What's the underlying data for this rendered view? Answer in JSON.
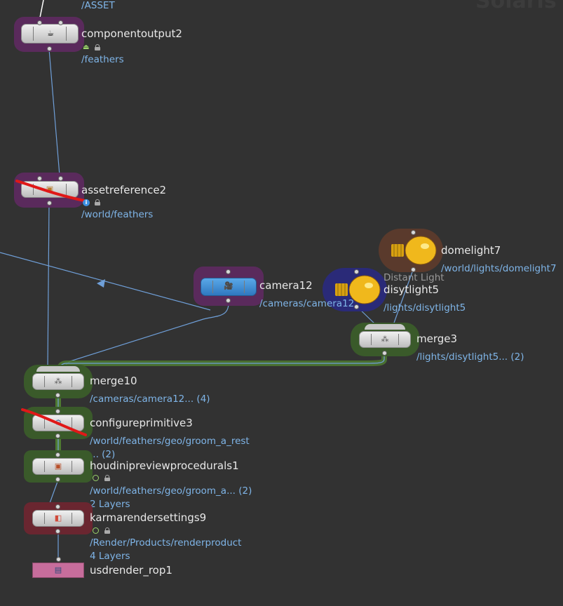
{
  "top_path": "/ASSET",
  "corner_text": "Solaris",
  "nodes": {
    "componentoutput2": {
      "name": "componentoutput2",
      "path": "/feathers"
    },
    "assetreference2": {
      "name": "assetreference2",
      "path": "/world/feathers"
    },
    "domelight7": {
      "name": "domelight7",
      "path": "/world/lights/domelight7"
    },
    "disytlight5": {
      "name": "disytlight5",
      "path": "/lights/disytlight5",
      "type_hint": "Distant Light"
    },
    "camera12": {
      "name": "camera12",
      "path": "/cameras/camera12"
    },
    "merge3": {
      "name": "merge3",
      "path": "/lights/disytlight5... (2)"
    },
    "merge10": {
      "name": "merge10",
      "path": "/cameras/camera12... (4)"
    },
    "configureprimitive3": {
      "name": "configureprimitive3",
      "path": "/world/feathers/geo/groom_a_rest",
      "path2": "... (2)"
    },
    "houdinipreviewprocedurals1": {
      "name": "houdinipreviewprocedurals1",
      "path": "/world/feathers/geo/groom_a... (2)",
      "layers": "2 Layers"
    },
    "karmarendersettings9": {
      "name": "karmarendersettings9",
      "path": "/Render/Products/renderproduct",
      "layers": "4 Layers"
    },
    "usdrender_rop1": {
      "name": "usdrender_rop1"
    }
  },
  "colors": {
    "background": "#323232",
    "wire": "#6f9fd8",
    "output_glow": "#5a2a5c",
    "bypass_mark": "#e01818",
    "light_glow": "#5a3a2c",
    "distant_glow": "#2a2a78",
    "camera_body": "#3d8fd4",
    "merge_glow": "#3a5a2a",
    "render_glow": "#6a2630",
    "rop_body": "#c76d9c",
    "label_blue": "#7fb5e8"
  },
  "icons": [
    "teapot-icon",
    "asset-icon",
    "bulb-icon",
    "camera-icon",
    "merge-icon",
    "configure-icon",
    "preview-icon",
    "render-settings-icon",
    "rop-icon",
    "lock-icon",
    "info-icon",
    "flag-icon"
  ]
}
